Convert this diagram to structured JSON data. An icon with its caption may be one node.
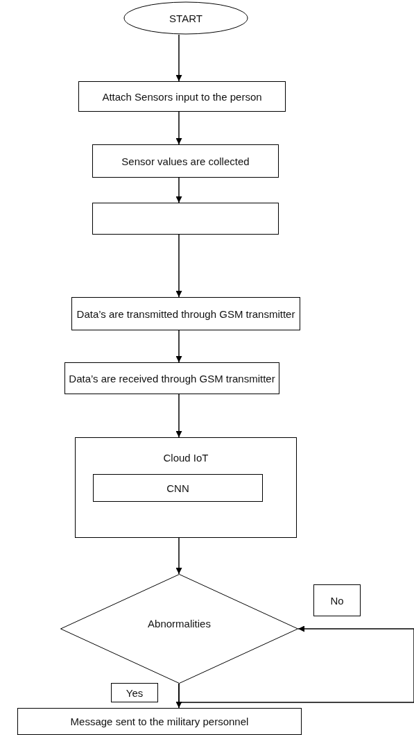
{
  "diagram": {
    "nodes": [
      {
        "text": [
          "START"
        ]
      },
      {
        "text": [
          "Attach Sensors input to the person"
        ]
      },
      {
        "text": [
          "Sensor values are collected"
        ]
      },
      {
        "text": [],
        "shape": "box"
      },
      {
        "text": [
          "Data’s are transmitted through GSM transmitter"
        ]
      },
      {
        "text": [
          "Data’s are received through GSM transmitter"
        ]
      },
      {
        "text": [
          "Cloud IoT"
        ]
      },
      {
        "text": [
          "CNN"
        ],
        "in": 6
      },
      {
        "text": [
          "Abnormalities"
        ]
      },
      {
        "text": [
          "Message sent to the military personnel"
        ]
      },
      {
        "text": [
          "No"
        ]
      },
      {
        "text": [
          "Yes"
        ]
      }
    ],
    "edges": [
      {
        "from": 0,
        "to": 1,
        "arrow": "to"
      },
      {
        "from": 1,
        "to": 2,
        "arrow": "to"
      },
      {
        "from": 2,
        "to": 3,
        "arrow": "to"
      },
      {
        "from": 3,
        "to": 4,
        "arrow": "to"
      },
      {
        "from": 4,
        "to": 5,
        "arrow": "to"
      },
      {
        "from": 5,
        "to": 6,
        "arrow": "to"
      },
      {
        "from": 6,
        "to": 8,
        "arrow": "to"
      },
      {
        "from": 8,
        "to": 9,
        "arrow": "to"
      },
      {
        "from": 8,
        "to": 8,
        "arrow": "to"
      }
    ]
  }
}
